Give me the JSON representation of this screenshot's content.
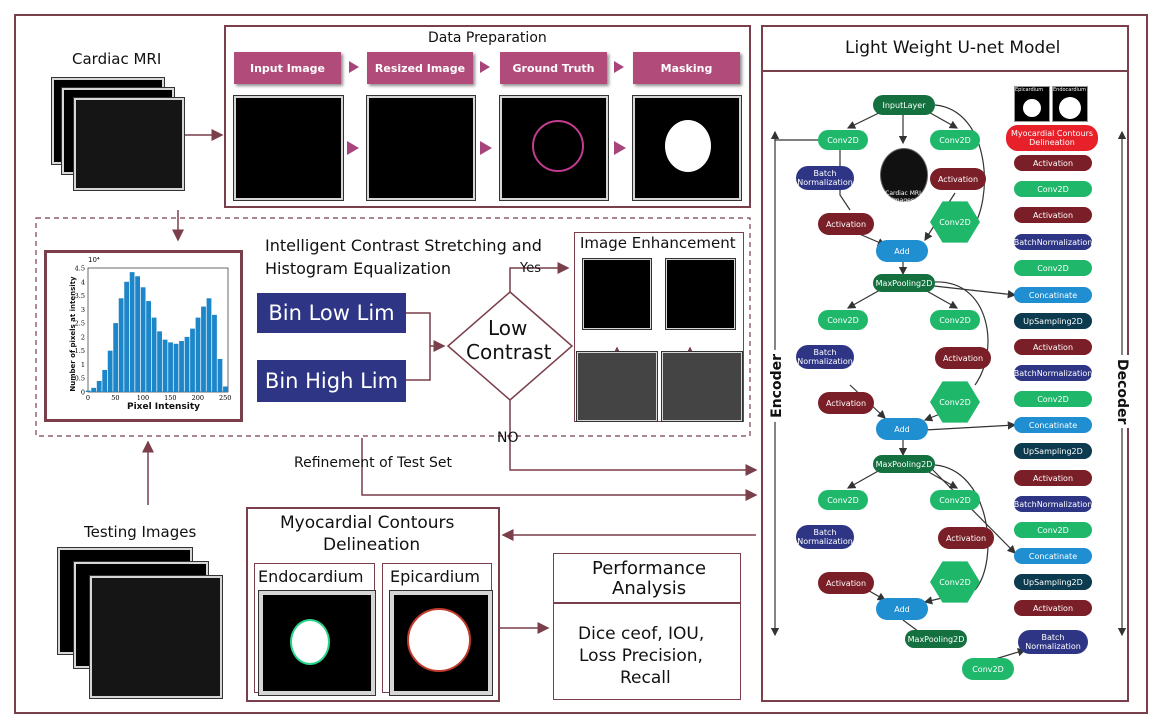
{
  "left": {
    "cardiac_mri": "Cardiac MRI",
    "testing_images": "Testing Images",
    "refinement": "Refinement of Test Set"
  },
  "data_prep": {
    "title": "Data Preparation",
    "steps": [
      "Input Image",
      "Resized Image",
      "Ground Truth",
      "Masking"
    ]
  },
  "contrast": {
    "title_line1": "Intelligent Contrast Stretching and",
    "title_line2": "Histogram Equalization",
    "bin_low": "Bin Low Lim",
    "bin_high": "Bin High Lim",
    "decision_line1": "Low",
    "decision_line2": "Contrast",
    "yes": "Yes",
    "no": "NO",
    "enhancement_title": "Image Enhancement"
  },
  "histogram": {
    "y_exponent": "10⁴",
    "y_label": "Number of pixels at intensity",
    "x_label": "Pixel Intensity",
    "y_ticks": [
      "0",
      "0.5",
      "1",
      "1.5",
      "2",
      "2.5",
      "3",
      "3.5",
      "4",
      "4.5"
    ],
    "x_ticks": [
      "0",
      "50",
      "100",
      "150",
      "200",
      "250"
    ]
  },
  "chart_data": {
    "type": "bar",
    "xlabel": "Pixel Intensity",
    "ylabel": "Number of pixels at intensity",
    "xlim": [
      0,
      255
    ],
    "ylim": [
      0,
      45000
    ],
    "x": [
      0,
      10,
      20,
      30,
      40,
      50,
      60,
      70,
      80,
      90,
      100,
      110,
      120,
      130,
      140,
      150,
      160,
      170,
      180,
      190,
      200,
      210,
      220,
      230,
      240,
      250
    ],
    "values": [
      500,
      1500,
      4000,
      8000,
      15000,
      25000,
      34000,
      40000,
      43500,
      42000,
      38000,
      33000,
      27000,
      22000,
      19000,
      18000,
      17500,
      18500,
      20000,
      23000,
      27000,
      31000,
      34000,
      28000,
      12000,
      2000
    ]
  },
  "contours": {
    "title_line1": "Myocardial Contours",
    "title_line2": "Delineation",
    "endo": "Endocardium",
    "epi": "Epicardium"
  },
  "performance": {
    "title_line1": "Performance",
    "title_line2": "Analysis",
    "metrics_line1": "Dice ceof, IOU,",
    "metrics_line2": "Loss Precision,",
    "metrics_line3": "Recall"
  },
  "unet": {
    "title": "Light Weight U-net Model",
    "encoder": "Encoder",
    "decoder": "Decoder",
    "input_layer": "InputLayer",
    "conv2d": "Conv2D",
    "batch_norm": "Batch Normalization",
    "activation": "Activation",
    "add": "Add",
    "maxpool": "MaxPooling2D",
    "cardiac_images": "Cardiac MRI Images",
    "output_line1": "Myocardial Contours",
    "output_line2": "Delineation",
    "thumb_epi": "Epicardium",
    "thumb_endo": "Endocardium",
    "dec_activation": "Activation",
    "dec_conv2d": "Conv2D",
    "dec_batchnorm": "BatchNormalization",
    "dec_concat": "Concatinate",
    "dec_upsampling": "UpSampling2D"
  }
}
